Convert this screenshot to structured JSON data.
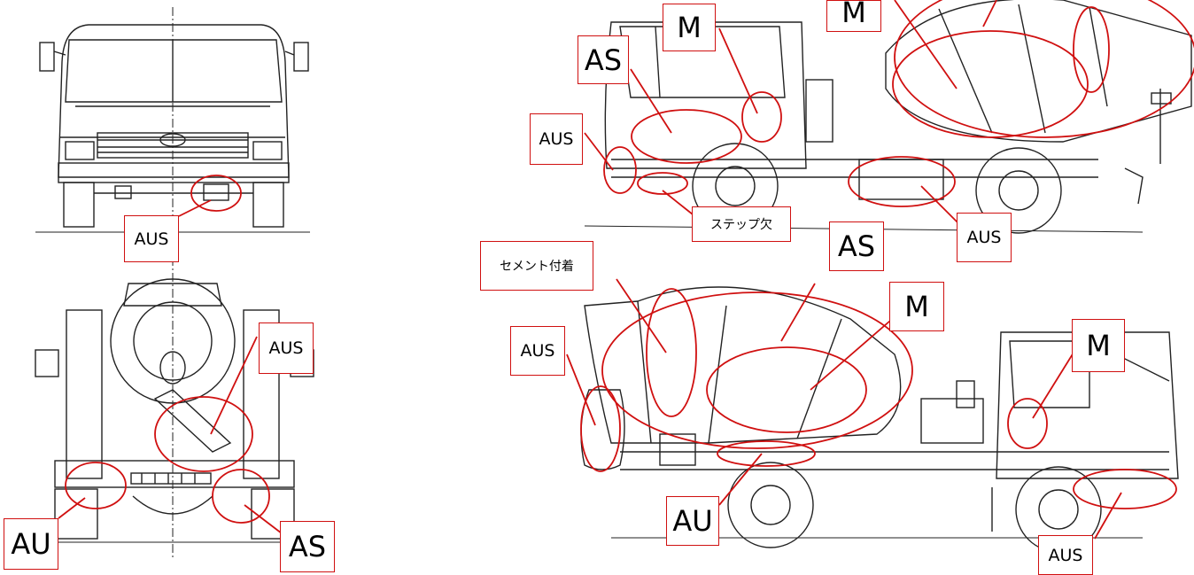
{
  "colors": {
    "annotation": "#d01010",
    "drawing": "#222222"
  },
  "labels": {
    "front_aus": "AUS",
    "rear_aus": "AUS",
    "rear_au": "AU",
    "rear_as": "AS",
    "right_m_top": "M",
    "right_as": "AS",
    "right_m": "M",
    "right_aus_front": "AUS",
    "right_step": "ステップ欠",
    "right_aus_tank": "AUS",
    "left_cement": "セメント付着",
    "left_as": "AS",
    "left_m_drum": "M",
    "left_aus_rear": "AUS",
    "left_m_cab": "M",
    "left_au": "AU",
    "left_aus_front": "AUS"
  }
}
